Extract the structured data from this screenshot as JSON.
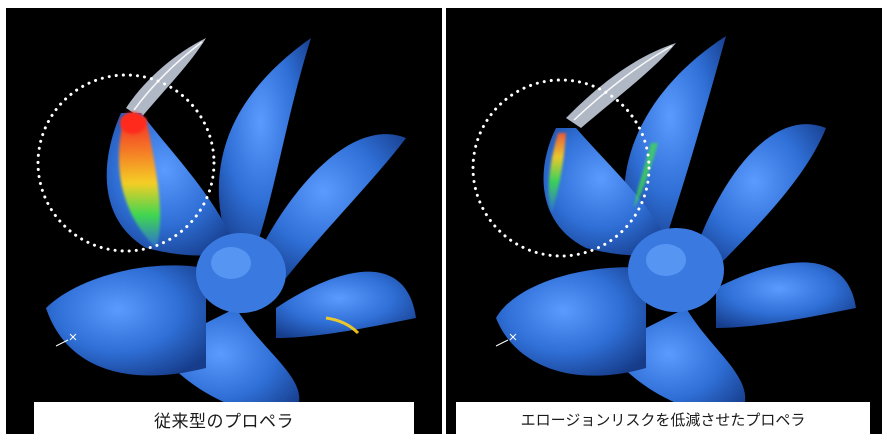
{
  "panels": [
    {
      "caption": "従来型のプロペラ",
      "variant": "conventional"
    },
    {
      "caption": "エロージョンリスクを低減させたプロペラ",
      "variant": "reduced-erosion"
    }
  ],
  "colors": {
    "background": "#000000",
    "blade": "#2f6fd6",
    "highlight_ring": "#ffffff",
    "erosion_hot": "#ff2a1a",
    "erosion_warm": "#ffd21a",
    "erosion_mid": "#3fdc4a"
  }
}
